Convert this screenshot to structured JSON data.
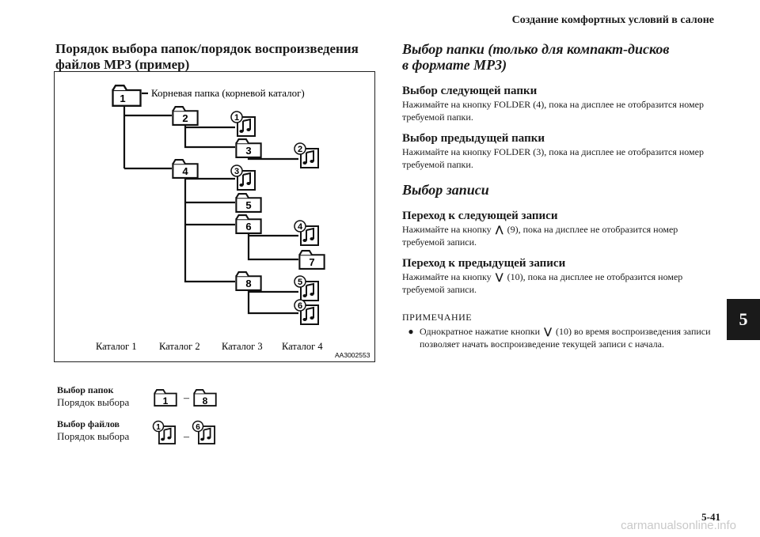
{
  "header": {
    "running_title": "Создание комфортных условий в салоне"
  },
  "section_tab": "5",
  "left": {
    "title": "Порядок выбора папок/порядок воспроизведения файлов MP3 (пример)",
    "diagram": {
      "root_label": "Корневая папка (корневой каталог)",
      "folders": [
        "1",
        "2",
        "3",
        "4",
        "5",
        "6",
        "7",
        "8"
      ],
      "files": [
        "1",
        "2",
        "3",
        "4",
        "5",
        "6"
      ],
      "levels": [
        "Каталог 1",
        "Каталог 2",
        "Каталог 3",
        "Каталог 4"
      ],
      "code": "AA3002553"
    },
    "folder_select": {
      "heading": "Выбор папок",
      "sub": "Порядок выбора",
      "from": "1",
      "to": "8",
      "dash": "–"
    },
    "file_select": {
      "heading": "Выбор файлов",
      "sub": "Порядок выбора",
      "from": "1",
      "to": "6",
      "dash": "–"
    }
  },
  "right": {
    "title_line1": "Выбор папки (только для компакт-дисков",
    "title_line2": "в формате MP3)",
    "next_folder": {
      "heading": "Выбор следующей папки",
      "text": "Нажимайте на кнопку FOLDER (4), пока на дисплее не отобразится номер требуемой папки."
    },
    "prev_folder": {
      "heading": "Выбор предыдущей папки",
      "text": "Нажимайте на кнопку FOLDER (3), пока на дисплее не отобразится номер требуемой папки."
    },
    "track_title": "Выбор записи",
    "next_track": {
      "heading": "Переход к следующей записи",
      "before": "Нажимайте на кнопку",
      "after": "(9), пока на дисплее не отобразится номер требуемой записи."
    },
    "prev_track": {
      "heading": "Переход к предыдущей записи",
      "before": "Нажимайте на кнопку",
      "after": "(10), пока на дисплее не отобразится номер требуемой записи."
    },
    "note": {
      "label": "ПРИМЕЧАНИЕ",
      "bullet": "●",
      "before": "Однократное нажатие кнопки",
      "after": "(10) во время воспроизведения записи позволяет начать воспроизведение текущей записи с начала."
    }
  },
  "icons": {
    "up": "⋀",
    "down": "⋁"
  },
  "footer": {
    "page": "5-41",
    "watermark": "carmanualsonline.info"
  }
}
